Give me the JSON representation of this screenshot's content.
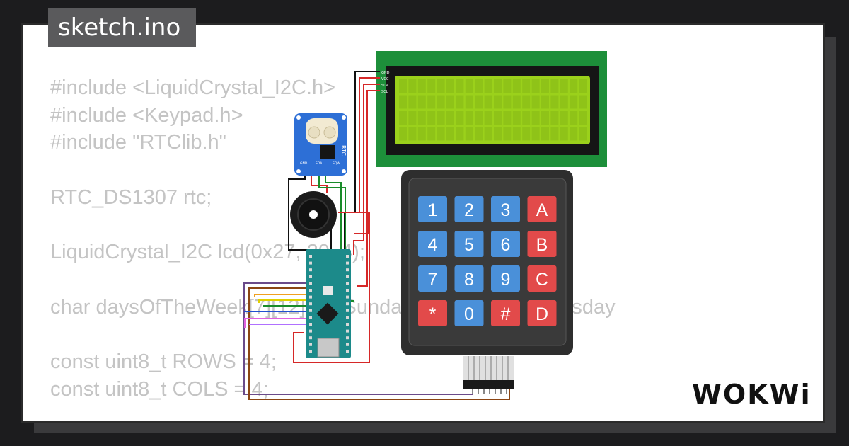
{
  "tab": {
    "filename": "sketch.ino"
  },
  "code": {
    "lines": [
      "#include <LiquidCrystal_I2C.h>",
      "#include <Keypad.h>",
      "#include \"RTClib.h\"",
      "",
      "RTC_DS1307 rtc;",
      "",
      "LiquidCrystal_I2C lcd(0x27, 20, 4);",
      "",
      "char daysOfTheWeek[7][12] = {\"Sunday\", \"Monday\", \"Tuesday",
      "",
      "const uint8_t ROWS = 4;",
      "const uint8_t COLS = 4;"
    ]
  },
  "lcd": {
    "pins": [
      "GND",
      "VCC",
      "SDA",
      "SCL"
    ]
  },
  "rtc": {
    "label": "RTC",
    "pins": [
      "GND",
      "SDA",
      "SQW"
    ]
  },
  "keypad": {
    "keys": [
      {
        "label": "1",
        "color": "#4a90d9"
      },
      {
        "label": "2",
        "color": "#4a90d9"
      },
      {
        "label": "3",
        "color": "#4a90d9"
      },
      {
        "label": "A",
        "color": "#e24a4a"
      },
      {
        "label": "4",
        "color": "#4a90d9"
      },
      {
        "label": "5",
        "color": "#4a90d9"
      },
      {
        "label": "6",
        "color": "#4a90d9"
      },
      {
        "label": "B",
        "color": "#e24a4a"
      },
      {
        "label": "7",
        "color": "#4a90d9"
      },
      {
        "label": "8",
        "color": "#4a90d9"
      },
      {
        "label": "9",
        "color": "#4a90d9"
      },
      {
        "label": "C",
        "color": "#e24a4a"
      },
      {
        "label": "*",
        "color": "#e24a4a"
      },
      {
        "label": "0",
        "color": "#4a90d9"
      },
      {
        "label": "#",
        "color": "#e24a4a"
      },
      {
        "label": "D",
        "color": "#e24a4a"
      }
    ]
  },
  "colors": {
    "lcd_board": "#1d8f3a",
    "lcd_screen": "#9bd11b",
    "rtc_board": "#2d6fd6",
    "arduino_board": "#1c8a8a",
    "keypad_body": "#2e2e2e",
    "key_blue": "#4a90d9",
    "key_red": "#e24a4a"
  },
  "brand": {
    "logo_text": "WOKWi"
  }
}
